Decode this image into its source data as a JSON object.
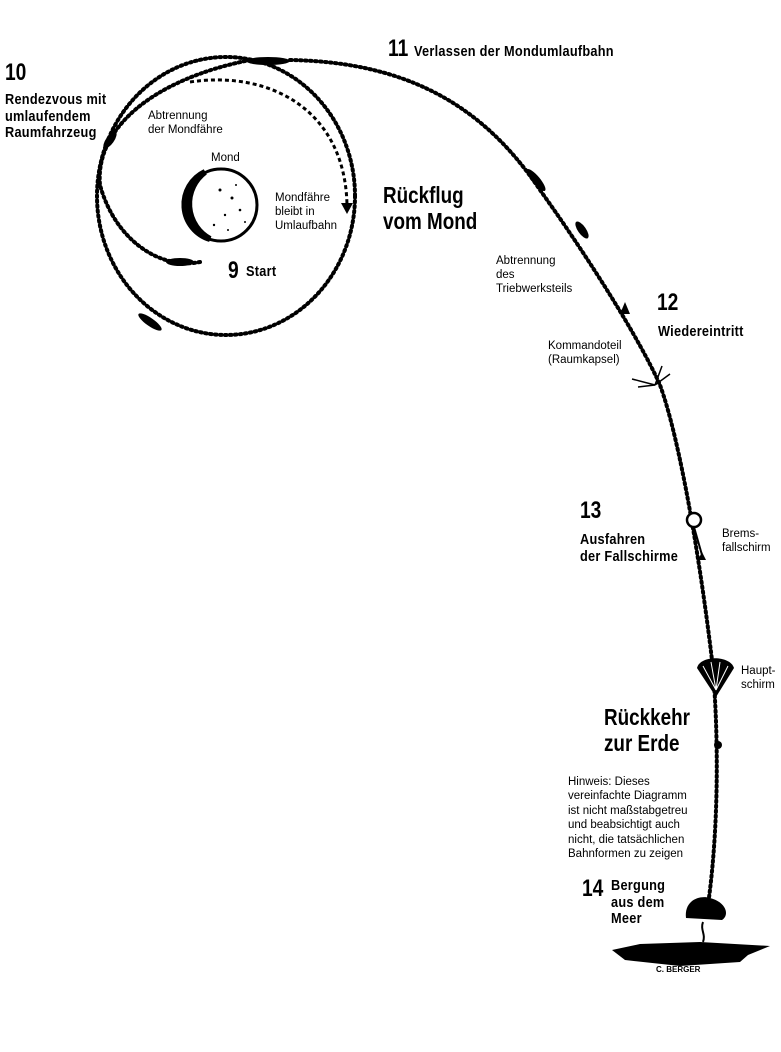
{
  "steps": {
    "s9": {
      "number": "9",
      "label": "Start"
    },
    "s10": {
      "number": "10",
      "label": "Rendezvous mit\numlaufendem\nRaumfahrzeug"
    },
    "s11": {
      "number": "11",
      "label": "Verlassen der Mondumlaufbahn"
    },
    "s12": {
      "number": "12",
      "label": "Wiedereintritt"
    },
    "s13": {
      "number": "13",
      "label": "Ausfahren\nder Fallschirme"
    },
    "s14": {
      "number": "14",
      "label": "Bergung\naus dem\nMeer"
    }
  },
  "labels": {
    "moon": "Mond",
    "lm_separation": "Abtrennung\nder Mondfähre",
    "lm_stays": "Mondfähre\nbleibt in\nUmlaufbahn",
    "return_from_moon": "Rückflug\nvom Mond",
    "sm_separation": "Abtrennung\ndes\nTriebwerksteils",
    "command_module": "Kommandoteil\n(Raumkapsel)",
    "drogue_chute": "Brems-\nfallschirm",
    "main_chute": "Haupt-\nschirm",
    "return_to_earth": "Rückkehr\nzur Erde",
    "note": "Hinweis: Dieses\nvereinfachte Diagramm\nist nicht maßstabgetreu\nund beabsichtigt auch\nnicht, die tatsächlichen\nBahnformen zu zeigen"
  },
  "signature": "C. BERGER"
}
